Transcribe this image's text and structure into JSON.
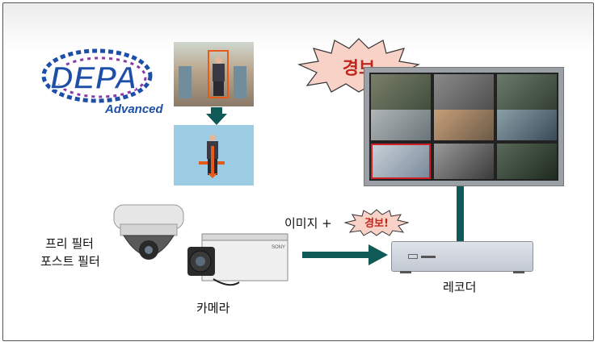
{
  "logo": {
    "name": "DEPA",
    "sub": "Advanced"
  },
  "alarm_big": "경보",
  "alarm_small": "경보!",
  "image_plus": "이미지 +",
  "filter_label_1": "프리 필터",
  "filter_label_2": "포스트 필터",
  "camera_label": "카메라",
  "recorder_label": "레코더",
  "camera_brand": "SONY",
  "colors": {
    "arrow": "#0f5a57",
    "alarm_fill": "#f8d2c6",
    "alarm_text": "#c0281d",
    "monitor_frame": "#9aa0a6",
    "orange": "#e85a1a"
  },
  "icons": [
    "dome-camera",
    "box-camera",
    "recorder",
    "monitor",
    "down-arrow",
    "right-arrow"
  ]
}
